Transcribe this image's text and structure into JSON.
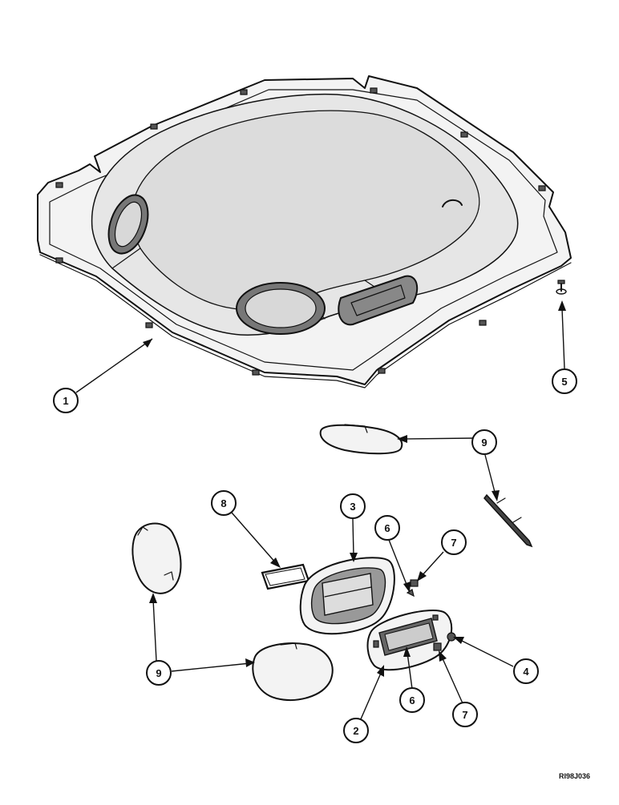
{
  "callouts": [
    {
      "id": "c1",
      "label": "1"
    },
    {
      "id": "c5",
      "label": "5"
    },
    {
      "id": "c9a",
      "label": "9"
    },
    {
      "id": "c8",
      "label": "8"
    },
    {
      "id": "c3",
      "label": "3"
    },
    {
      "id": "c6a",
      "label": "6"
    },
    {
      "id": "c7a",
      "label": "7"
    },
    {
      "id": "c9b",
      "label": "9"
    },
    {
      "id": "c4",
      "label": "4"
    },
    {
      "id": "c2",
      "label": "2"
    },
    {
      "id": "c6b",
      "label": "6"
    },
    {
      "id": "c7b",
      "label": "7"
    }
  ],
  "drawing_reference": "RI98J036"
}
